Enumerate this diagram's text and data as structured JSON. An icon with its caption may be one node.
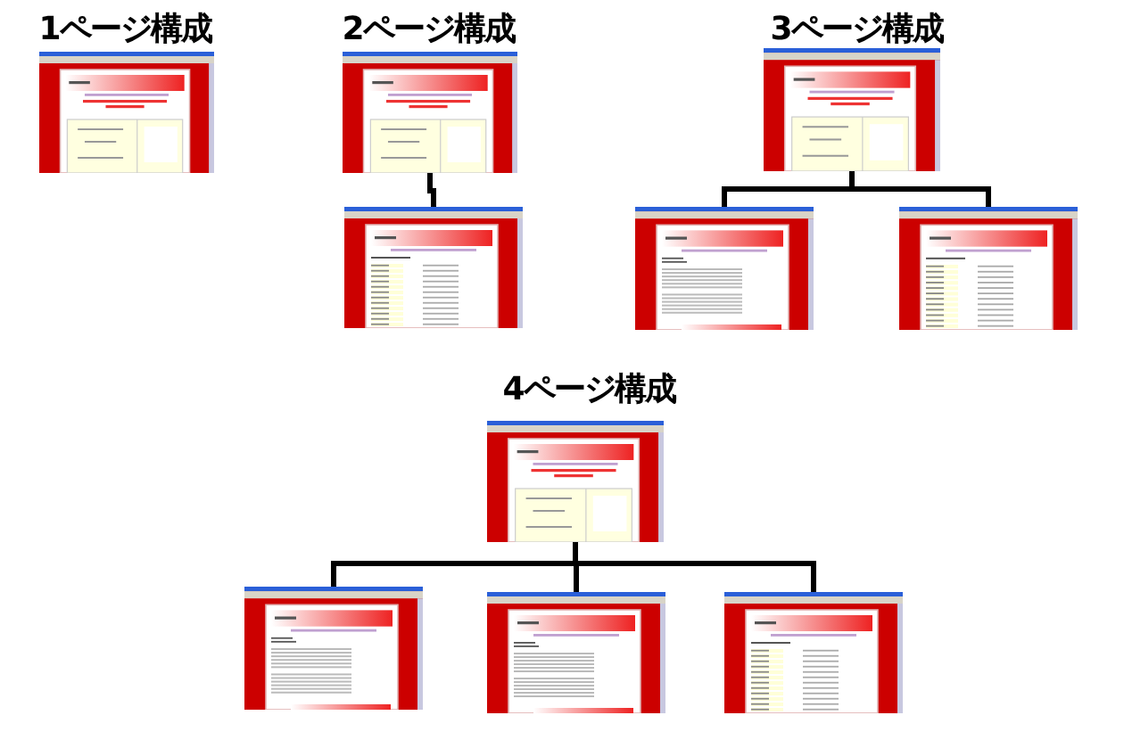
{
  "diagram": {
    "nodes": [
      {
        "text": [],
        "shape": "picture"
      },
      {
        "text": [],
        "shape": "picture"
      },
      {
        "text": [],
        "shape": "picture"
      },
      {
        "text": [],
        "shape": "picture"
      },
      {
        "text": [],
        "shape": "picture"
      },
      {
        "text": [],
        "shape": "picture"
      },
      {
        "text": [],
        "shape": "picture"
      },
      {
        "text": [],
        "shape": "picture"
      },
      {
        "text": [],
        "shape": "picture"
      },
      {
        "text": [],
        "shape": "picture"
      }
    ],
    "edges": [
      {
        "from": 1,
        "to": 2,
        "arrow": "none"
      },
      {
        "from": 3,
        "to": 4,
        "arrow": "none"
      },
      {
        "from": 3,
        "to": 5,
        "arrow": "none"
      },
      {
        "from": 6,
        "to": 7,
        "arrow": "none"
      },
      {
        "from": 6,
        "to": 8,
        "arrow": "none"
      },
      {
        "from": 6,
        "to": 9,
        "arrow": "none"
      }
    ],
    "labels": [
      "1ページ構成",
      "2ページ構成",
      "3ページ構成",
      "4ページ構成"
    ]
  }
}
